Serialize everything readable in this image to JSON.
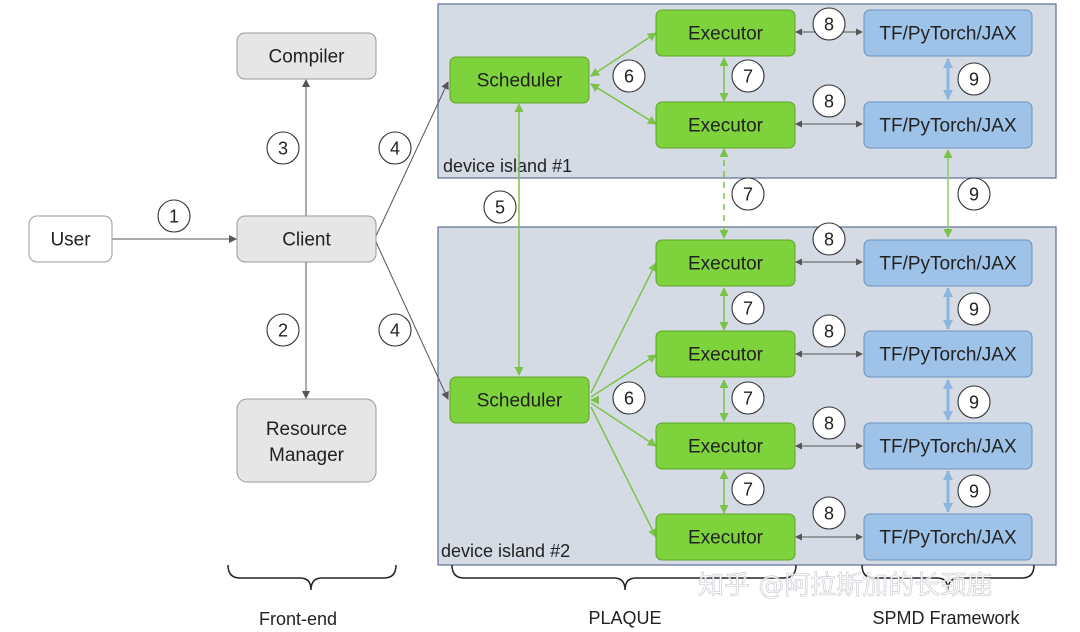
{
  "colors": {
    "island_fill": "#d5dbe5",
    "island_stroke": "#5c6f94",
    "green_fill": "#7ed23c",
    "green_stroke": "#5fa32a",
    "blue_fill": "#9fc3e8",
    "blue_stroke": "#6b93c0",
    "gray_fill": "#e6e6e6",
    "gray_stroke": "#999999",
    "green_line": "#8fce5a",
    "blue_line": "#8eb5de"
  },
  "front_end": {
    "user": "User",
    "client": "Client",
    "compiler": "Compiler",
    "resource_manager_line1": "Resource",
    "resource_manager_line2": "Manager"
  },
  "islands": {
    "island1_label": "device island #1",
    "island2_label": "device island #2"
  },
  "plaque": {
    "scheduler": "Scheduler",
    "executor": "Executor"
  },
  "spmd": {
    "framework": "TF/PyTorch/JAX"
  },
  "step_numbers": {
    "user_client": "1",
    "client_resource": "2",
    "client_compiler": "3",
    "client_scheduler": "4",
    "scheduler_scheduler": "5",
    "scheduler_executor": "6",
    "executor_executor": "7",
    "executor_framework": "8",
    "framework_framework": "9"
  },
  "sections": {
    "front_end": "Front-end",
    "plaque": "PLAQUE",
    "spmd": "SPMD Framework"
  },
  "watermark": "知乎 @阿拉斯加的长颈鹿"
}
